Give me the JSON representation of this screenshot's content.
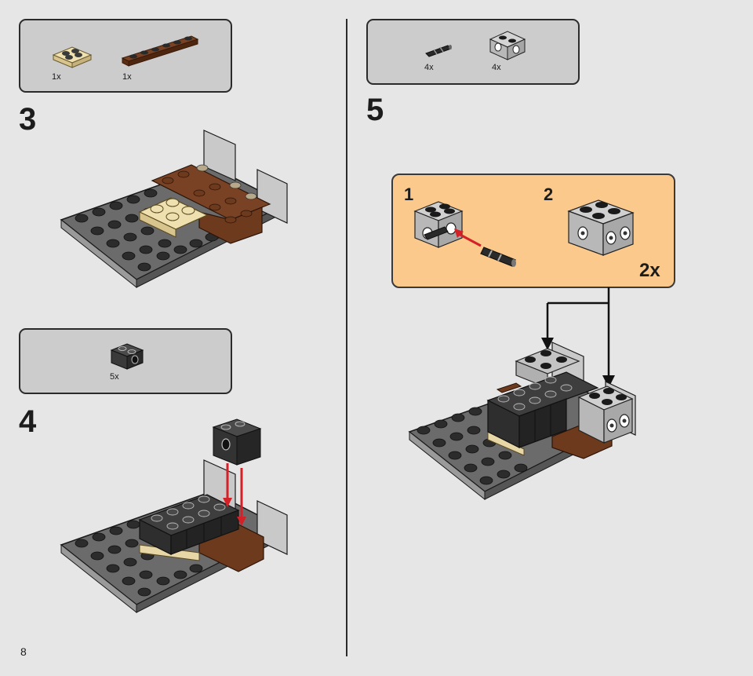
{
  "page": {
    "number": "8"
  },
  "steps": [
    {
      "number": "3",
      "parts": [
        {
          "icon": "tan-plate-2x2-icon",
          "qty": "1x"
        },
        {
          "icon": "brown-plate-1x6-icon",
          "qty": "1x"
        }
      ]
    },
    {
      "number": "4",
      "parts": [
        {
          "icon": "black-technic-brick-icon",
          "qty": "5x"
        }
      ]
    },
    {
      "number": "5",
      "parts": [
        {
          "icon": "connector-pin-icon",
          "qty": "4x"
        },
        {
          "icon": "gray-technic-brick-icon",
          "qty": "4x"
        }
      ],
      "substeps": [
        {
          "number": "1"
        },
        {
          "number": "2",
          "multiplier": "2x"
        }
      ]
    }
  ],
  "colors": {
    "background": "#e6e6e6",
    "parts_box": "#cccccc",
    "callout": "#fcc98c",
    "arrow_red": "#d42027",
    "baseplate": "#6b6b6b",
    "tan": "#e8d7a6",
    "brown": "#6e3a1e",
    "black_brick": "#2f2f2f",
    "light_gray": "#c7c7c7"
  }
}
